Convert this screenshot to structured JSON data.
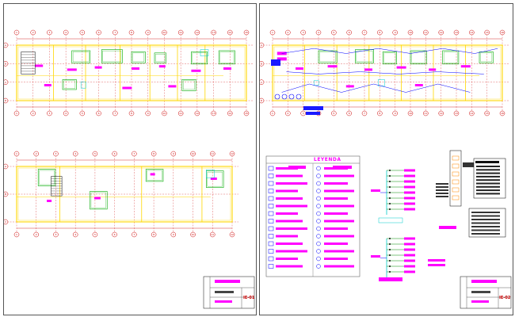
{
  "drawing": {
    "sheets": [
      {
        "id": "left",
        "sheet_number": "IE-01"
      },
      {
        "id": "right",
        "sheet_number": "IE-02"
      }
    ],
    "plans": {
      "top_left": {
        "grid_columns": [
          "1",
          "2",
          "3",
          "4",
          "5",
          "6",
          "7",
          "8",
          "9",
          "10",
          "11",
          "12",
          "13",
          "14",
          "15"
        ],
        "grid_rows": [
          "A",
          "B",
          "C",
          "D"
        ]
      },
      "bottom_left": {
        "grid_columns": [
          "1",
          "2",
          "3",
          "4",
          "5",
          "6",
          "7",
          "8",
          "9",
          "10",
          "11",
          "12"
        ],
        "grid_rows": [
          "A",
          "B",
          "C"
        ]
      },
      "top_right": {
        "grid_columns": [
          "1",
          "2",
          "3",
          "4",
          "5",
          "6",
          "7",
          "8",
          "9",
          "10",
          "11",
          "12",
          "13",
          "14",
          "15",
          "16"
        ],
        "grid_rows": [
          "A",
          "B",
          "C",
          "D"
        ]
      }
    },
    "legend": {
      "title": "LEYENDA",
      "rows": 14
    },
    "colors": {
      "grid": "#cc0000",
      "walls": "#ffd700",
      "furniture": "#00aa00",
      "labels": "#ff00ff",
      "circuits": "#0000ff",
      "accent": "#00cccc"
    }
  }
}
